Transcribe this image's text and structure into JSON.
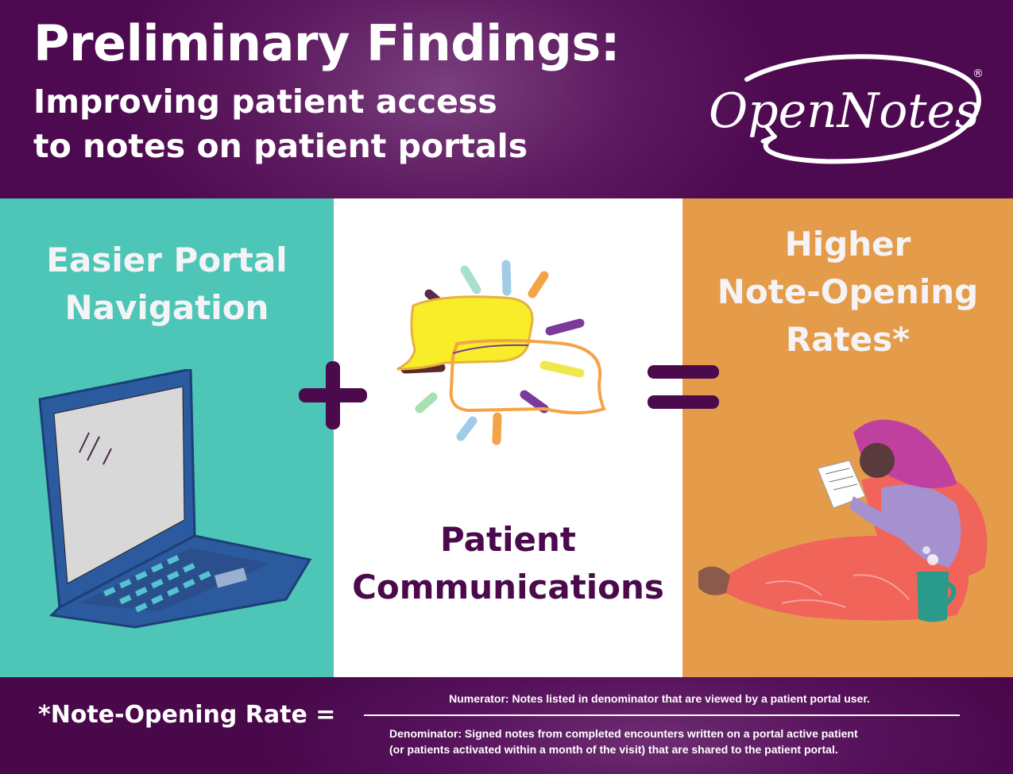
{
  "header": {
    "title": "Preliminary Findings:",
    "subtitle_line1": "Improving patient access",
    "subtitle_line2": "to notes on patient portals",
    "logo_text": "OpenNotes",
    "logo_mark": "®"
  },
  "panels": {
    "left": {
      "line1": "Easier Portal",
      "line2": "Navigation",
      "color": "#4dc6b7"
    },
    "middle": {
      "line1": "Patient",
      "line2": "Communications",
      "color": "#ffffff"
    },
    "right": {
      "line1": "Higher",
      "line2": "Note-Opening",
      "line3": "Rates*",
      "color": "#e49c4a"
    }
  },
  "operators": {
    "plus": "plus-icon",
    "equals": "equals-icon"
  },
  "footer": {
    "label": "*Note-Opening Rate =",
    "numerator": "Numerator: Notes listed in denominator that are viewed by a patient portal user.",
    "denominator_line1": "Denominator: Signed notes from completed encounters written on a portal active patient",
    "denominator_line2": "(or patients activated within a month of the visit) that are shared to the patient portal."
  },
  "colors": {
    "brand_purple": "#4a0a4c",
    "teal": "#4dc6b7",
    "orange": "#e49c4a"
  }
}
